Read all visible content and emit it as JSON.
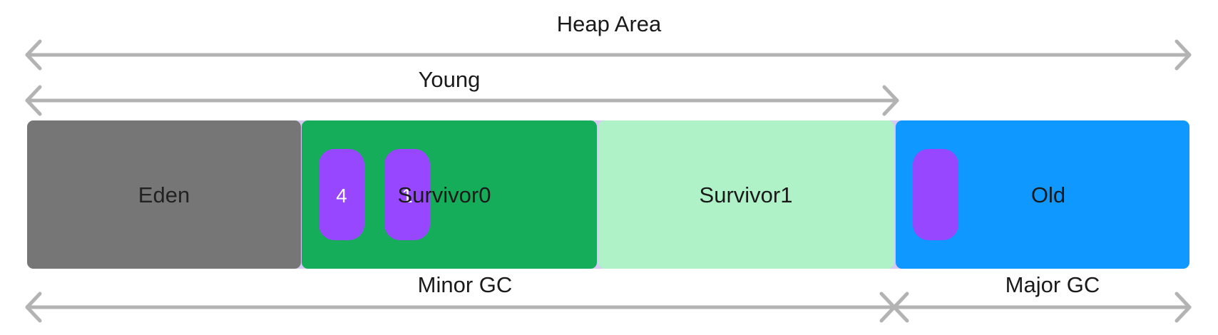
{
  "diagram": {
    "heap_label": "Heap Area",
    "young_label": "Young",
    "minor_gc_label": "Minor GC",
    "major_gc_label": "Major GC",
    "regions": {
      "eden": {
        "label": "Eden",
        "color": "#767676",
        "text_color": "#222222"
      },
      "survivor0": {
        "label": "Survivor0",
        "color": "#16ad5a",
        "text_color": "#1a1a1a"
      },
      "survivor1": {
        "label": "Survivor1",
        "color": "#b0f2c8",
        "text_color": "#1a1a1a"
      },
      "old": {
        "label": "Old",
        "color": "#0f98ff",
        "text_color": "#1a1a1a"
      }
    },
    "objects": [
      {
        "label": "4",
        "region": "survivor0"
      },
      {
        "label": "1",
        "region": "survivor0"
      },
      {
        "label": "",
        "region": "old"
      }
    ],
    "colors": {
      "arrow": "#b3b3b3",
      "object": "#9747ff",
      "divider": "#d8c8f5"
    }
  }
}
